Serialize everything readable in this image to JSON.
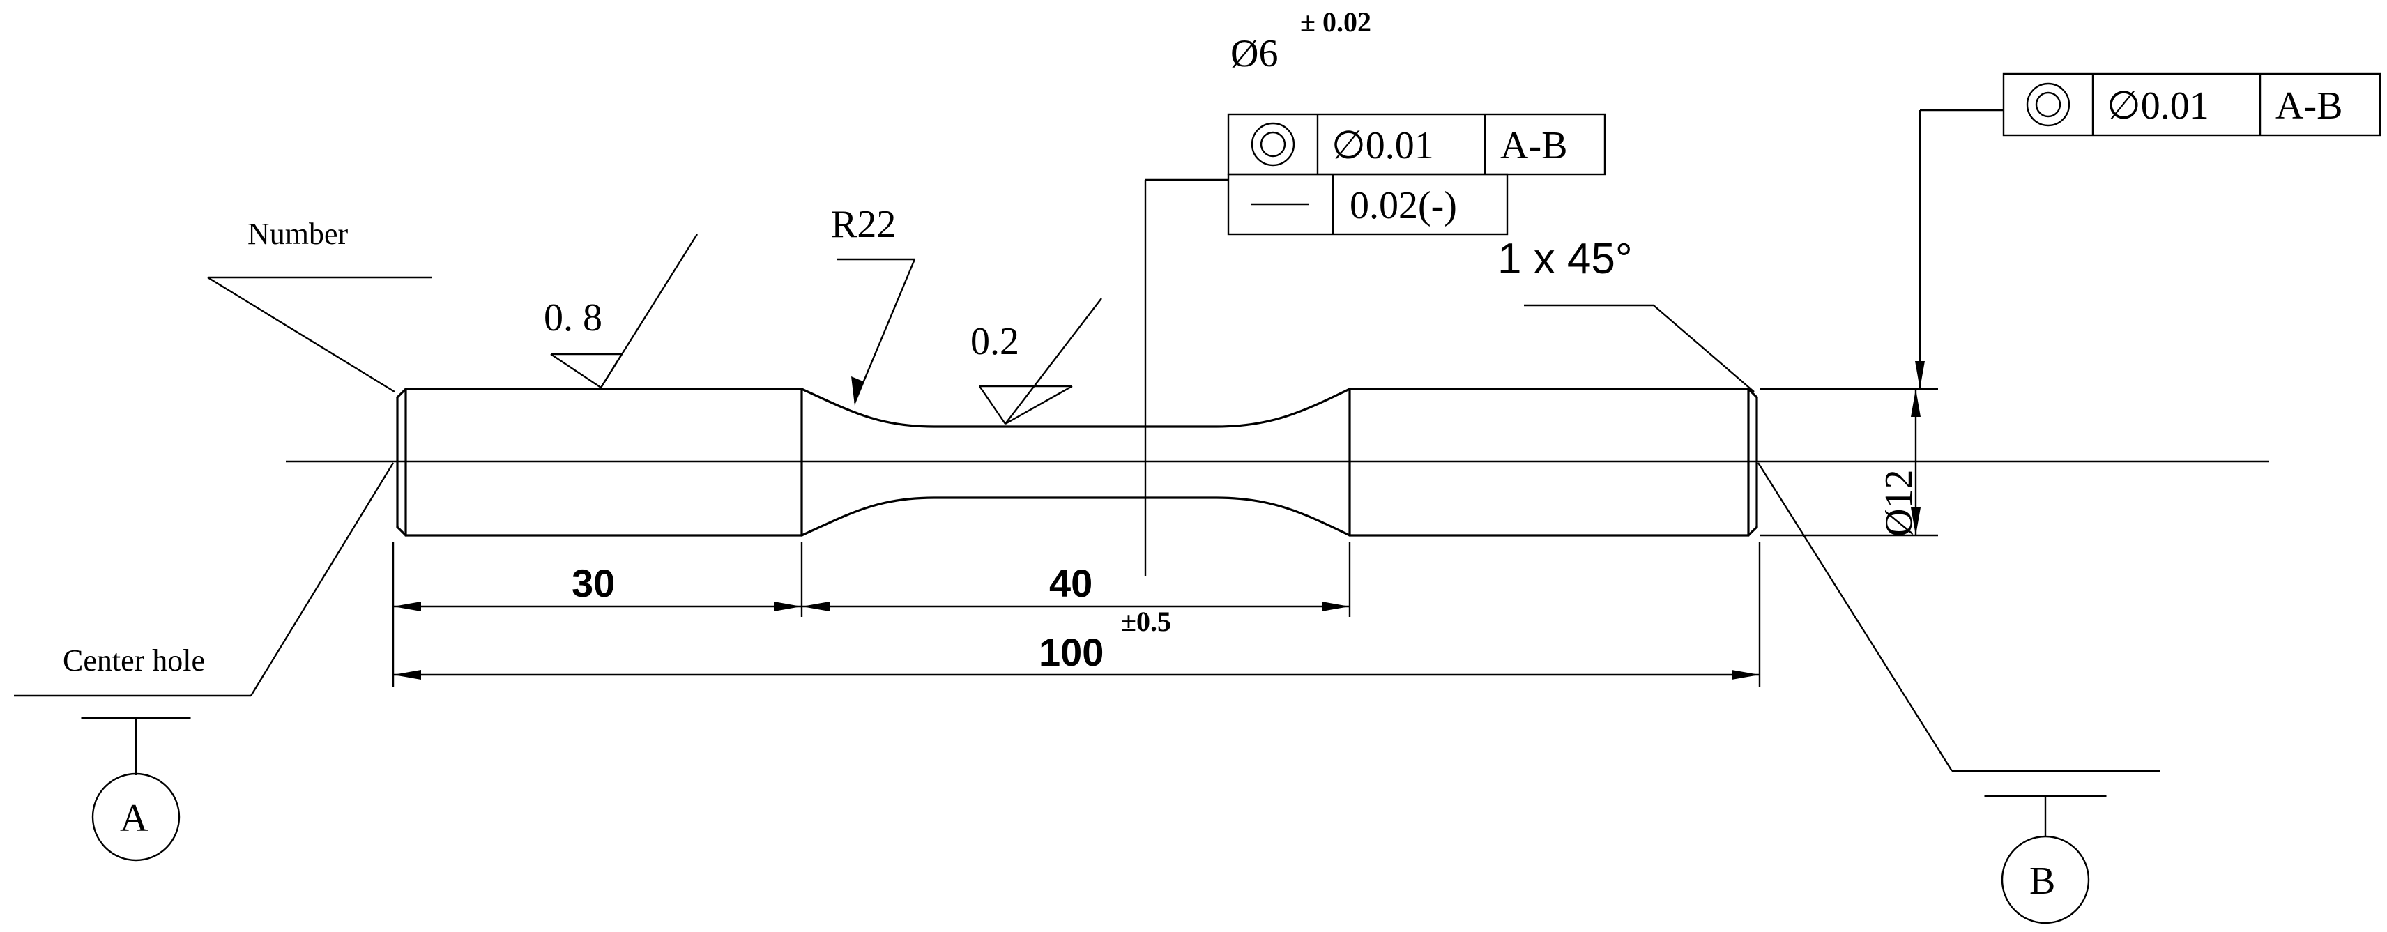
{
  "labels": {
    "number": "Number",
    "center_hole": "Center hole",
    "radius": "R22",
    "chamfer": "1 x 45°"
  },
  "surface_roughness": {
    "left": "0. 8",
    "middle": "0.2"
  },
  "dimensions": {
    "length_left": "30",
    "length_middle": "40",
    "total_length": "100",
    "total_length_tol": "±0.5",
    "outer_diameter": "Ø12",
    "neck_diameter": "Ø6",
    "neck_diameter_tol": "± 0.02"
  },
  "tolerance_frames": {
    "neck": {
      "row1": {
        "symbol": "concentricity",
        "value": "∅0.01",
        "datum": "A-B"
      },
      "row2": {
        "symbol": "straightness",
        "value": "0.02(-)"
      }
    },
    "end": {
      "row1": {
        "symbol": "concentricity",
        "value": "∅0.01",
        "datum": "A-B"
      }
    }
  },
  "datums": {
    "a": "A",
    "b": "B"
  }
}
